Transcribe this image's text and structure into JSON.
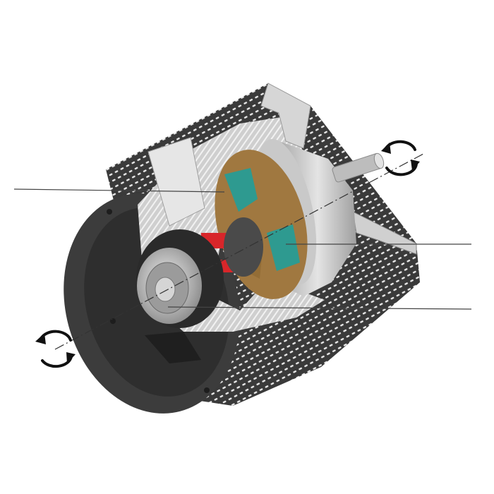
{
  "figure": {
    "subject": "cutaway-electric-motor",
    "leader_line_count": 4,
    "rotation_arrow_count": 2
  },
  "colors": {
    "background": "#ffffff",
    "housing_dark": "#3a3a3a",
    "housing_mid": "#5a5a5a",
    "metal_light": "#d9d9d9",
    "metal_mid": "#b5b5b5",
    "rotor_bronze": "#a07840",
    "magnet_teal": "#2e9a90",
    "coupling_red": "#d8262a",
    "line_color": "#444444",
    "arrow_color": "#111111"
  },
  "icons": {
    "rotation_arrows": "circular-rotation-arrow-icon"
  }
}
